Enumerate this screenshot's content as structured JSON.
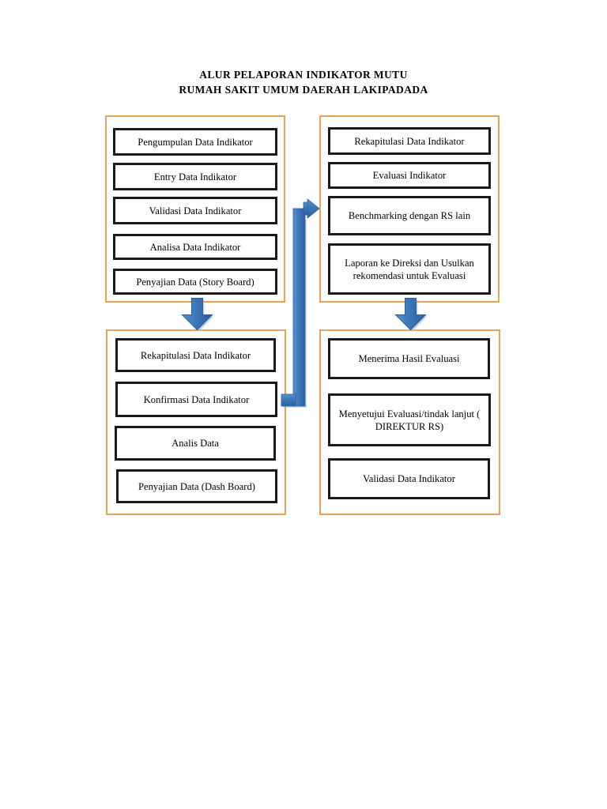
{
  "title": {
    "line1": "ALUR PELAPORAN INDIKATOR MUTU",
    "line2": "RUMAH SAKIT UMUM DAERAH LAKIPADADA"
  },
  "colors": {
    "group_border": "#E8A25C",
    "box_border": "#1A1A1A",
    "arrow_blue": "#3C77BC",
    "arrow_blue_dark": "#2E5F9E",
    "background": "#FFFFFF",
    "text": "#000000"
  },
  "groups": [
    {
      "id": "group-tl",
      "position": "top-left",
      "boxes": [
        {
          "label": "Pengumpulan Data Indikator"
        },
        {
          "label": "Entry Data Indikator"
        },
        {
          "label": "Validasi Data Indikator"
        },
        {
          "label": "Analisa Data Indikator"
        },
        {
          "label": "Penyajian Data (Story Board)"
        }
      ]
    },
    {
      "id": "group-tr",
      "position": "top-right",
      "boxes": [
        {
          "label": "Rekapitulasi Data Indikator"
        },
        {
          "label": "Evaluasi Indikator"
        },
        {
          "label": "Benchmarking dengan RS lain"
        },
        {
          "label": "Laporan ke Direksi dan Usulkan rekomendasi untuk Evaluasi"
        }
      ]
    },
    {
      "id": "group-bl",
      "position": "bottom-left",
      "boxes": [
        {
          "label": "Rekapitulasi Data Indikator"
        },
        {
          "label": "Konfirmasi Data Indikator"
        },
        {
          "label": "Analis Data"
        },
        {
          "label": "Penyajian Data (Dash Board)"
        }
      ]
    },
    {
      "id": "group-br",
      "position": "bottom-right",
      "boxes": [
        {
          "label": "Menerima Hasil Evaluasi"
        },
        {
          "label": "Menyetujui Evaluasi/tindak lanjut ( DIREKTUR RS)"
        },
        {
          "label": "Validasi Data Indikator"
        }
      ]
    }
  ],
  "connectors": [
    {
      "name": "arrow-down-left",
      "direction": "down",
      "from": "group-tl",
      "to": "group-bl"
    },
    {
      "name": "arrow-down-right",
      "direction": "down",
      "from": "group-tr",
      "to": "group-br"
    },
    {
      "name": "elbow-connector",
      "direction": "up-then-right",
      "from": "group-bl",
      "to": "group-tr"
    }
  ]
}
